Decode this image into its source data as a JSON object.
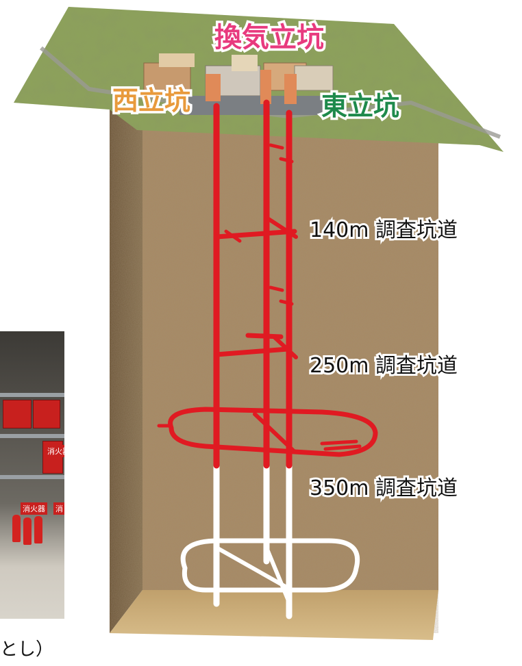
{
  "shafts": {
    "ventilation": {
      "label": "換気立坑",
      "color": "#e83a7e"
    },
    "west": {
      "label": "西立坑",
      "color": "#e89a3c"
    },
    "east": {
      "label": "東立坑",
      "color": "#1e8a4c"
    }
  },
  "galleries": [
    {
      "label": "140m 調査坑道"
    },
    {
      "label": "250m 調査坑道"
    },
    {
      "label": "350m 調査坑道"
    }
  ],
  "photo": {
    "signs": [
      "消火器",
      "消火器",
      "消"
    ]
  },
  "caption_fragment": "とし）",
  "colors": {
    "excavated": "#e01a22",
    "planned": "#ffffff",
    "rock": "#a88a63",
    "terrain": "#8da25a"
  }
}
